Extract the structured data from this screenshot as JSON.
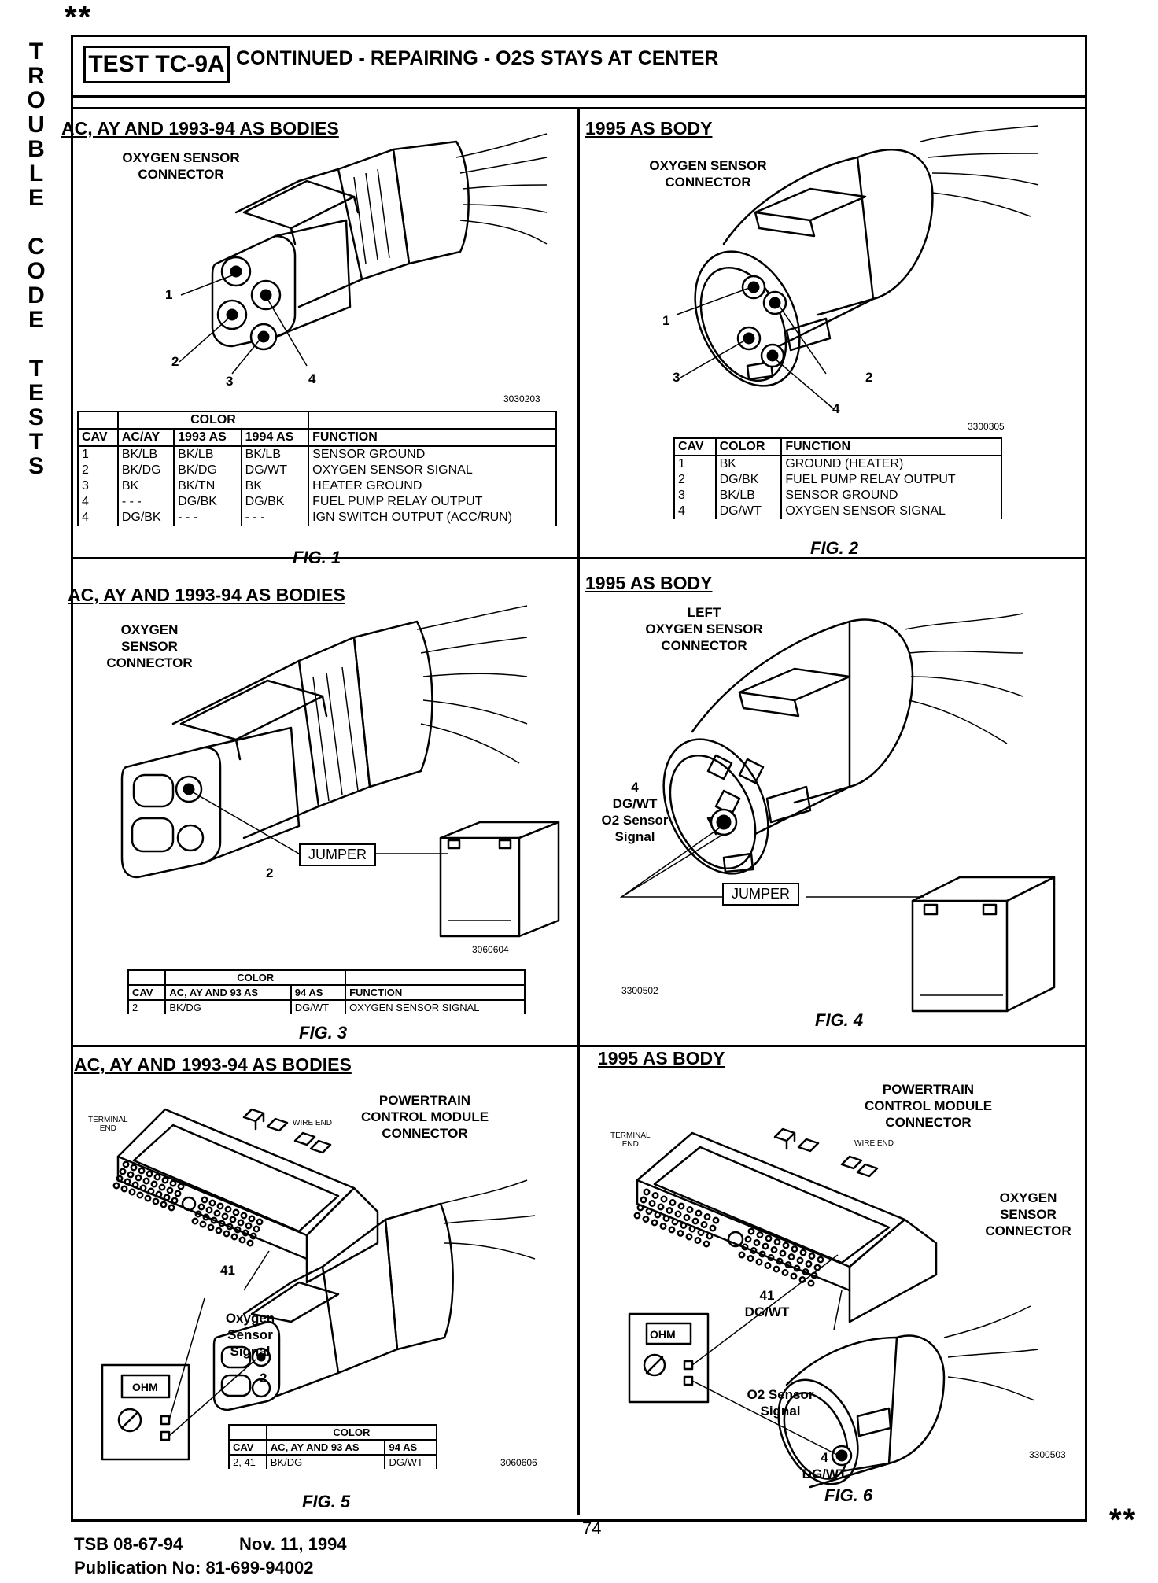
{
  "top_marker": "**",
  "bottom_marker": "**",
  "side_label_letters": [
    "T",
    "R",
    "O",
    "U",
    "B",
    "L",
    "E",
    "",
    "C",
    "O",
    "D",
    "E",
    "",
    "T",
    "E",
    "S",
    "T",
    "S"
  ],
  "header": {
    "test_id": "TEST TC-9A",
    "title": "CONTINUED - REPAIRING - O2S STAYS AT CENTER"
  },
  "panels": {
    "fig1": {
      "section_title": "AC, AY AND 1993-94 AS BODIES",
      "connector_label": [
        "OXYGEN SENSOR",
        "CONNECTOR"
      ],
      "pin_numbers": [
        "1",
        "2",
        "3",
        "4"
      ],
      "ref_number": "3030203",
      "table": {
        "group_header": "COLOR",
        "columns": [
          "CAV",
          "AC/AY",
          "1993 AS",
          "1994 AS",
          "FUNCTION"
        ],
        "rows": [
          [
            "1",
            "BK/LB",
            "BK/LB",
            "BK/LB",
            "SENSOR GROUND"
          ],
          [
            "2",
            "BK/DG",
            "BK/DG",
            "DG/WT",
            "OXYGEN SENSOR SIGNAL"
          ],
          [
            "3",
            "BK",
            "BK/TN",
            "BK",
            "HEATER GROUND"
          ],
          [
            "4",
            "- - -",
            "DG/BK",
            "DG/BK",
            "FUEL PUMP RELAY OUTPUT"
          ],
          [
            "4",
            "DG/BK",
            "- - -",
            "- - -",
            "IGN SWITCH OUTPUT (ACC/RUN)"
          ]
        ]
      },
      "caption": "FIG. 1"
    },
    "fig2": {
      "section_title": "1995 AS BODY",
      "connector_label": [
        "OXYGEN SENSOR",
        "CONNECTOR"
      ],
      "pin_numbers": [
        "1",
        "2",
        "3",
        "4"
      ],
      "ref_number": "3300305",
      "table": {
        "columns": [
          "CAV",
          "COLOR",
          "FUNCTION"
        ],
        "rows": [
          [
            "1",
            "BK",
            "GROUND (HEATER)"
          ],
          [
            "2",
            "DG/BK",
            "FUEL PUMP RELAY OUTPUT"
          ],
          [
            "3",
            "BK/LB",
            "SENSOR GROUND"
          ],
          [
            "4",
            "DG/WT",
            "OXYGEN SENSOR SIGNAL"
          ]
        ]
      },
      "caption": "FIG. 2"
    },
    "fig3": {
      "section_title": "AC, AY AND 1993-94 AS BODIES",
      "connector_label": [
        "OXYGEN",
        "SENSOR",
        "CONNECTOR"
      ],
      "jumper_label": "JUMPER",
      "pin_number": "2",
      "ref_number": "3060604",
      "table": {
        "group_header": "COLOR",
        "columns": [
          "CAV",
          "AC, AY AND 93 AS",
          "94 AS",
          "FUNCTION"
        ],
        "rows": [
          [
            "2",
            "BK/DG",
            "DG/WT",
            "OXYGEN SENSOR SIGNAL"
          ]
        ]
      },
      "caption": "FIG. 3"
    },
    "fig4": {
      "section_title": "1995 AS BODY",
      "connector_label": [
        "LEFT",
        "OXYGEN SENSOR",
        "CONNECTOR"
      ],
      "signal_label": [
        "4",
        "DG/WT",
        "O2 Sensor",
        "Signal"
      ],
      "jumper_label": "JUMPER",
      "ref_number": "3300502",
      "caption": "FIG. 4"
    },
    "fig5": {
      "section_title": "AC, AY AND 1993-94 AS BODIES",
      "pcm_label": [
        "POWERTRAIN",
        "CONTROL MODULE",
        "CONNECTOR"
      ],
      "terminal_end": [
        "TERMINAL",
        "END"
      ],
      "wire_end": "WIRE END",
      "pin_41": "41",
      "signal_label": [
        "Oxygen",
        "Sensor",
        "Signal"
      ],
      "pin_2": "2",
      "meter_label": "OHM",
      "ref_number": "3060606",
      "table": {
        "group_header": "COLOR",
        "columns": [
          "CAV",
          "AC, AY AND 93 AS",
          "94 AS"
        ],
        "rows": [
          [
            "2, 41",
            "BK/DG",
            "DG/WT"
          ]
        ]
      },
      "caption": "FIG. 5"
    },
    "fig6": {
      "section_title": "1995 AS BODY",
      "pcm_label": [
        "POWERTRAIN",
        "CONTROL MODULE",
        "CONNECTOR"
      ],
      "terminal_end": [
        "TERMINAL",
        "END"
      ],
      "wire_end": "WIRE END",
      "o2_label": [
        "OXYGEN",
        "SENSOR",
        "CONNECTOR"
      ],
      "pin_41": [
        "41",
        "DG/WT"
      ],
      "signal_label": [
        "O2 Sensor",
        "Signal"
      ],
      "pin_4": [
        "4",
        "DG/WT"
      ],
      "meter_label": "OHM",
      "ref_number": "3300503",
      "caption": "FIG. 6"
    }
  },
  "footer": {
    "tsb": "TSB 08-67-94",
    "date": "Nov. 11, 1994",
    "publication": "Publication No:  81-699-94002",
    "page_number": "74"
  }
}
